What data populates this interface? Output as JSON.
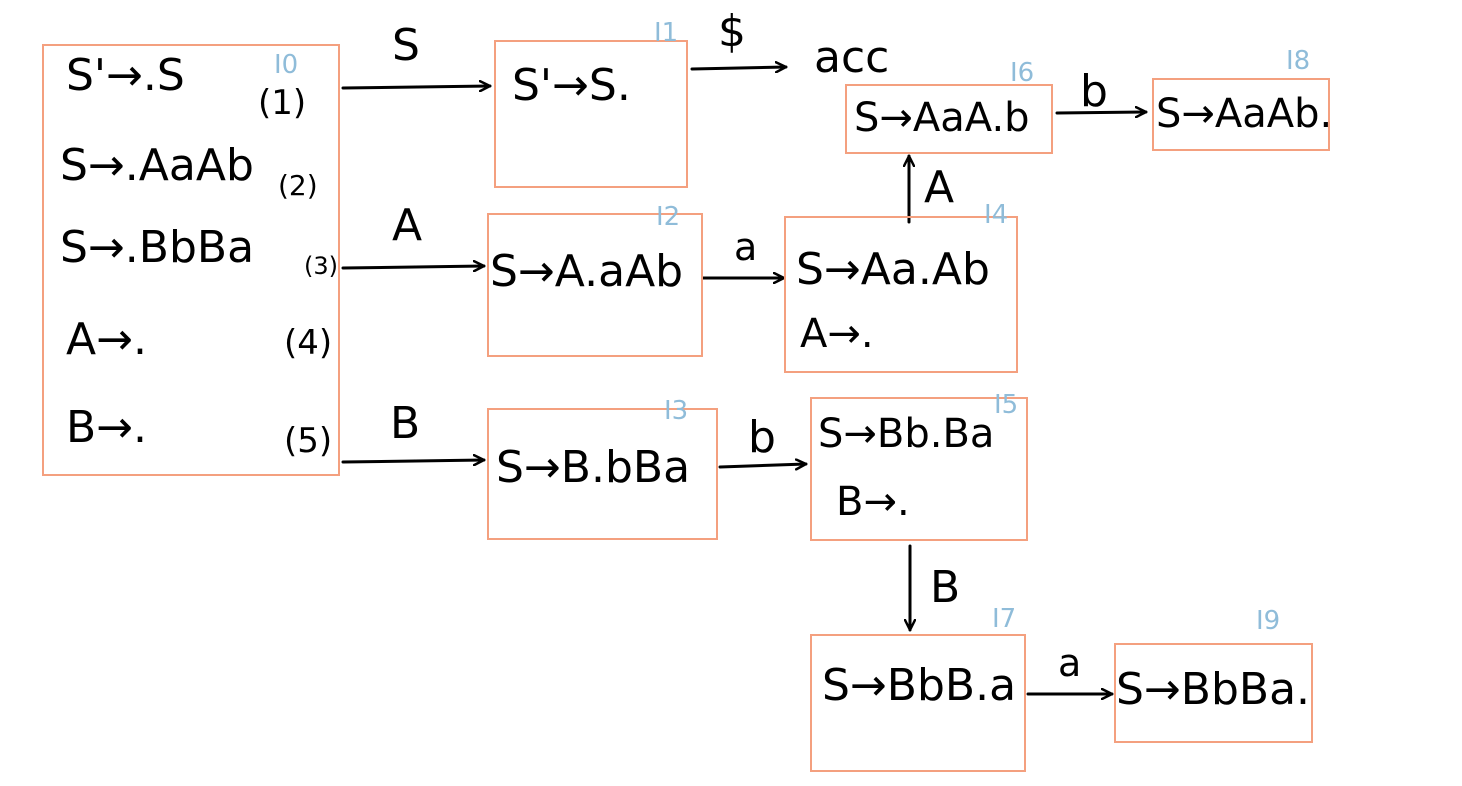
{
  "states": [
    {
      "id": "I0",
      "items": [
        "S'→.S",
        "S→.AaAb",
        "S→.BbBa",
        "A→.",
        "B→."
      ],
      "numbers": [
        "(1)",
        "(2)",
        "(3)",
        "(4)",
        "(5)"
      ]
    },
    {
      "id": "I1",
      "items": [
        "S'→S."
      ]
    },
    {
      "id": "I2",
      "items": [
        "S→A.aAb"
      ]
    },
    {
      "id": "I3",
      "items": [
        "S→B.bBa"
      ]
    },
    {
      "id": "I4",
      "items": [
        "S→Aa.Ab",
        "A→."
      ]
    },
    {
      "id": "I5",
      "items": [
        "S→Bb.Ba",
        "B→."
      ]
    },
    {
      "id": "I6",
      "items": [
        "S→AaA.b"
      ]
    },
    {
      "id": "I7",
      "items": [
        "S→BbB.a"
      ]
    },
    {
      "id": "I8",
      "items": [
        "S→AaAb."
      ]
    },
    {
      "id": "I9",
      "items": [
        "S→BbBa."
      ]
    }
  ],
  "transitions": [
    {
      "from": "I0",
      "to": "I1",
      "symbol": "S"
    },
    {
      "from": "I0",
      "to": "I2",
      "symbol": "A"
    },
    {
      "from": "I0",
      "to": "I3",
      "symbol": "B"
    },
    {
      "from": "I1",
      "to": "acc",
      "symbol": "$"
    },
    {
      "from": "I2",
      "to": "I4",
      "symbol": "a"
    },
    {
      "from": "I3",
      "to": "I5",
      "symbol": "b"
    },
    {
      "from": "I4",
      "to": "I6",
      "symbol": "A"
    },
    {
      "from": "I5",
      "to": "I7",
      "symbol": "B"
    },
    {
      "from": "I6",
      "to": "I8",
      "symbol": "b"
    },
    {
      "from": "I7",
      "to": "I9",
      "symbol": "a"
    }
  ],
  "accept_label": "acc",
  "colors": {
    "box": "#f4a07f",
    "state_id": "#8fbcd9",
    "ink": "#000000"
  }
}
